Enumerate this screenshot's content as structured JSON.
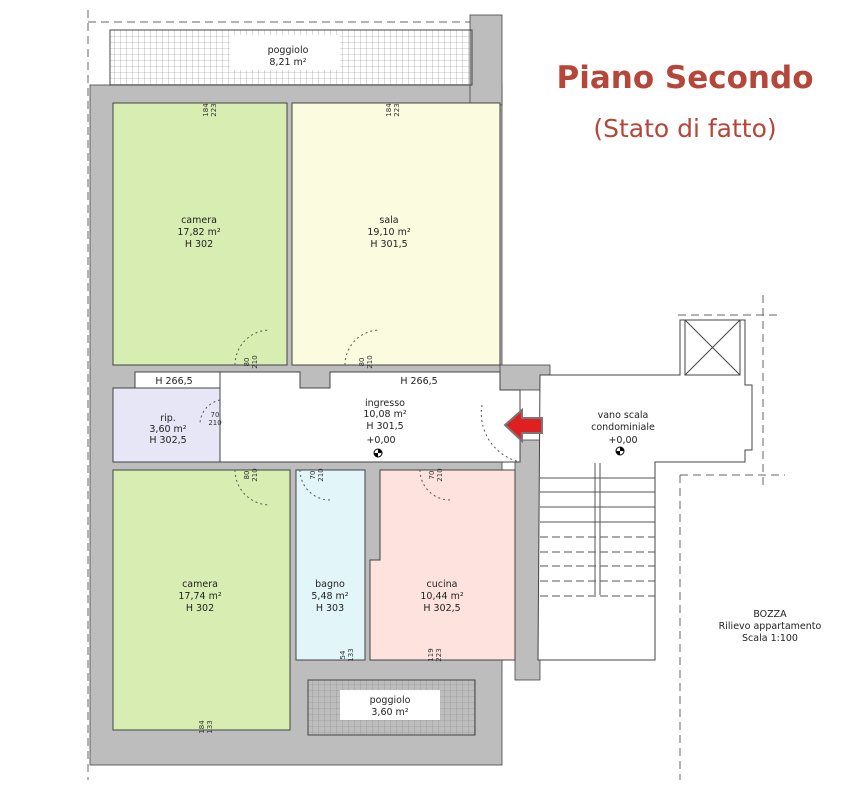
{
  "header": {
    "title": "Piano Secondo",
    "subtitle": "(Stato di fatto)"
  },
  "rooms": {
    "poggiolo_top": {
      "name": "poggiolo",
      "area": "8,21 m²"
    },
    "camera_top": {
      "name": "camera",
      "area": "17,82 m²",
      "height": "H 302"
    },
    "sala": {
      "name": "sala",
      "area": "19,10 m²",
      "height": "H 301,5"
    },
    "rip": {
      "name": "rip.",
      "area": "3,60 m²",
      "height": "H 302,5",
      "ceiling": "H 266,5"
    },
    "ingresso": {
      "name": "ingresso",
      "area": "10,08 m²",
      "height": "H 301,5",
      "ceiling": "H 266,5",
      "level": "+0,00"
    },
    "vano_scala": {
      "name1": "vano scala",
      "name2": "condominiale",
      "level": "+0,00"
    },
    "camera_bottom": {
      "name": "camera",
      "area": "17,74 m²",
      "height": "H 302"
    },
    "bagno": {
      "name": "bagno",
      "area": "5,48 m²",
      "height": "H 303"
    },
    "cucina": {
      "name": "cucina",
      "area": "10,44 m²",
      "height": "H 302,5"
    },
    "poggiolo_bottom": {
      "name": "poggiolo",
      "area": "3,60 m²"
    }
  },
  "dims": {
    "win_camera_top": [
      "184",
      "223"
    ],
    "win_sala": [
      "184",
      "223"
    ],
    "door_camera_top": [
      "80",
      "210"
    ],
    "door_sala": [
      "80",
      "210"
    ],
    "door_rip": [
      "70",
      "210"
    ],
    "door_camera_bottom": [
      "80",
      "210"
    ],
    "door_bagno": [
      "70",
      "210"
    ],
    "door_cucina": [
      "70",
      "210"
    ],
    "win_bagno": [
      "54",
      "133"
    ],
    "win_cucina": [
      "119",
      "223"
    ],
    "win_camera_bottom": [
      "184",
      "133"
    ]
  },
  "notes": {
    "line1": "BOZZA",
    "line2": "Rilievo appartamento",
    "line3": "Scala 1:100"
  },
  "colors": {
    "wall": "#bdbdbd",
    "camera": "#d8edb2",
    "sala": "#fbfbdf",
    "rip": "#e6e6f6",
    "bagno": "#e2f5f8",
    "cucina": "#fde2de",
    "arrow": "#e02020",
    "title": "#b5463a"
  }
}
